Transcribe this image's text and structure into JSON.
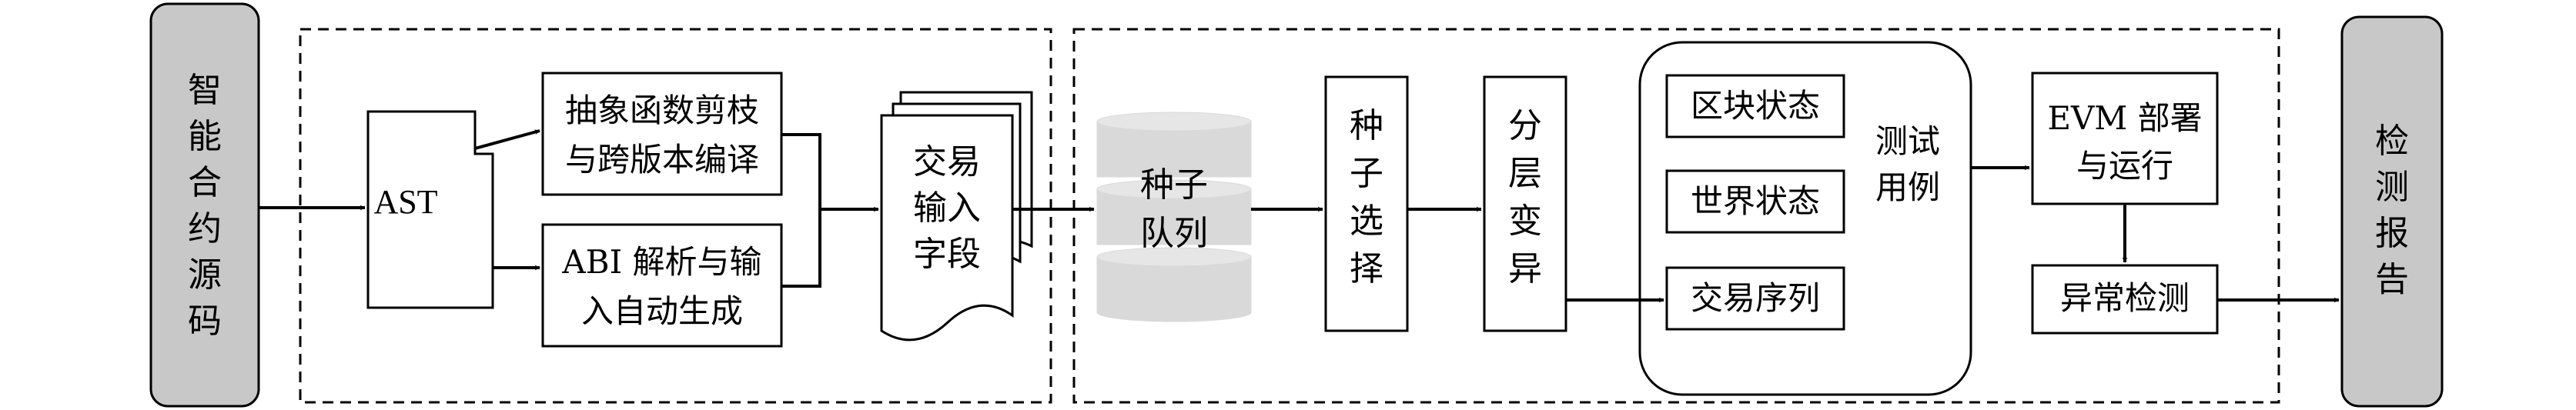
{
  "input": {
    "lines": [
      "智",
      "能",
      "合",
      "约",
      "源",
      "码"
    ]
  },
  "ast": {
    "label": "AST"
  },
  "abstract_pruning": {
    "lines": [
      "抽象函数剪枝",
      "与跨版本编译"
    ]
  },
  "abi_parse": {
    "lines": [
      "ABI 解析与输",
      "入自动生成"
    ]
  },
  "tx_fields": {
    "lines": [
      "交易",
      "输入",
      "字段"
    ]
  },
  "seed_queue": {
    "lines": [
      "种子",
      "队列"
    ]
  },
  "seed_select": {
    "lines": [
      "种",
      "子",
      "选",
      "择"
    ]
  },
  "layered_mutation": {
    "lines": [
      "分",
      "层",
      "变",
      "异"
    ]
  },
  "test_case": {
    "lines": [
      "测试",
      "用例"
    ],
    "items": [
      "区块状态",
      "世界状态",
      "交易序列"
    ]
  },
  "evm_deploy": {
    "lines": [
      "EVM 部署",
      "与运行"
    ]
  },
  "anomaly_detect": {
    "label": "异常检测"
  },
  "report": {
    "lines": [
      "检",
      "测",
      "报",
      "告"
    ]
  },
  "colors": {
    "terminal_fill": "#c8c8c8",
    "cylinder_fill": "#d9d9d9",
    "stroke": "#000000"
  }
}
